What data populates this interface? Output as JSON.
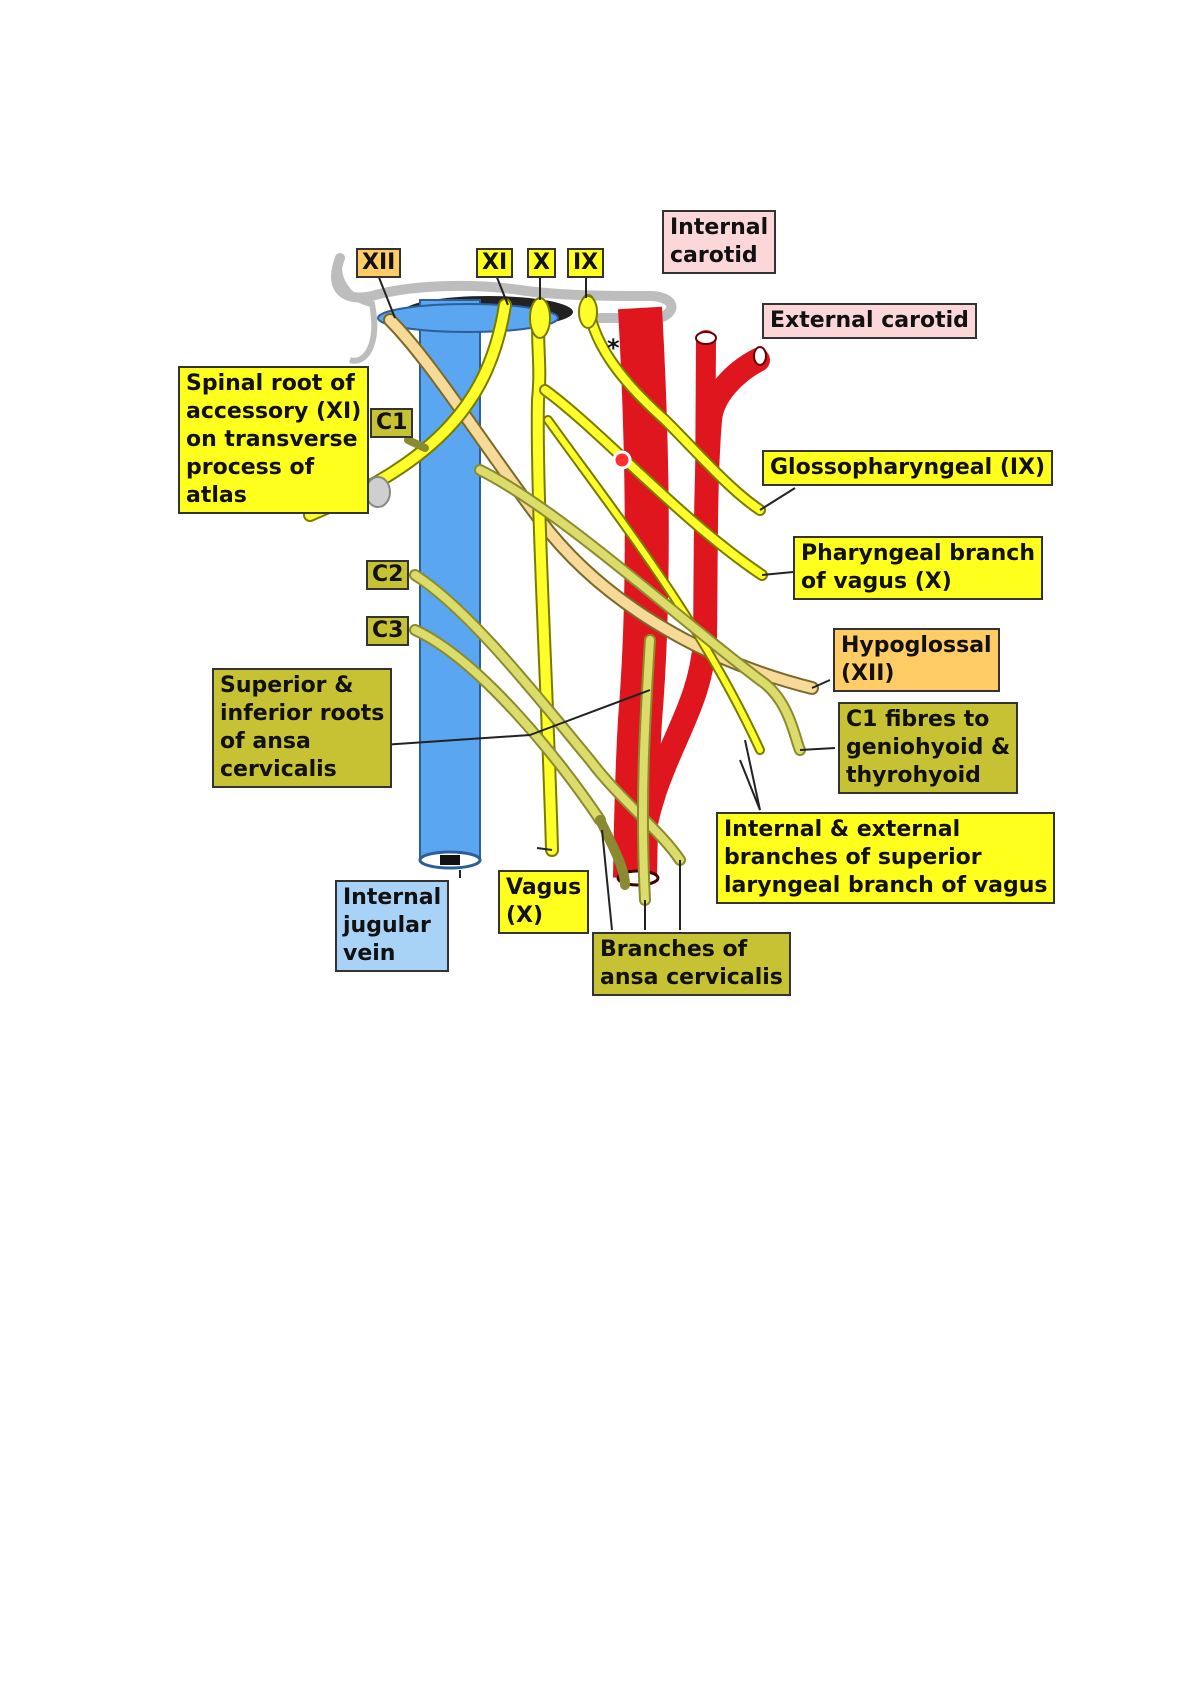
{
  "colors": {
    "nerve": "#ffff2a",
    "nerve_edge": "#7a7a00",
    "hypoglossal": "#f7d998",
    "jugular": "#5aa6f0",
    "carotid": "#e0161e",
    "ansa": "#dcdc6a"
  },
  "labels": {
    "xii_top": "XII",
    "xi_top": "XI",
    "x_top": "X",
    "ix_top": "IX",
    "internal_carotid": "Internal\ncarotid",
    "external_carotid": "External carotid",
    "spinal_root": "Spinal root of\naccessory (XI)\non transverse\nprocess of\natlas",
    "c1": "C1",
    "c2": "C2",
    "c3": "C3",
    "glossopharyngeal": "Glossopharyngeal (IX)",
    "pharyngeal_branch": "Pharyngeal branch\nof vagus (X)",
    "hypoglossal": "Hypoglossal\n(XII)",
    "c1_fibres": "C1 fibres to\ngeniohyoid &\nthyrohyoid",
    "superior_inferior_roots": "Superior &\ninferior roots\nof ansa\ncervicalis",
    "internal_external_branches": "Internal & external\nbranches of superior\nlaryngeal branch of vagus",
    "internal_jugular": "Internal\njugular\nvein",
    "vagus": "Vagus\n(X)",
    "branches_ansa": "Branches of\nansa cervicalis",
    "asterisk": "*"
  }
}
